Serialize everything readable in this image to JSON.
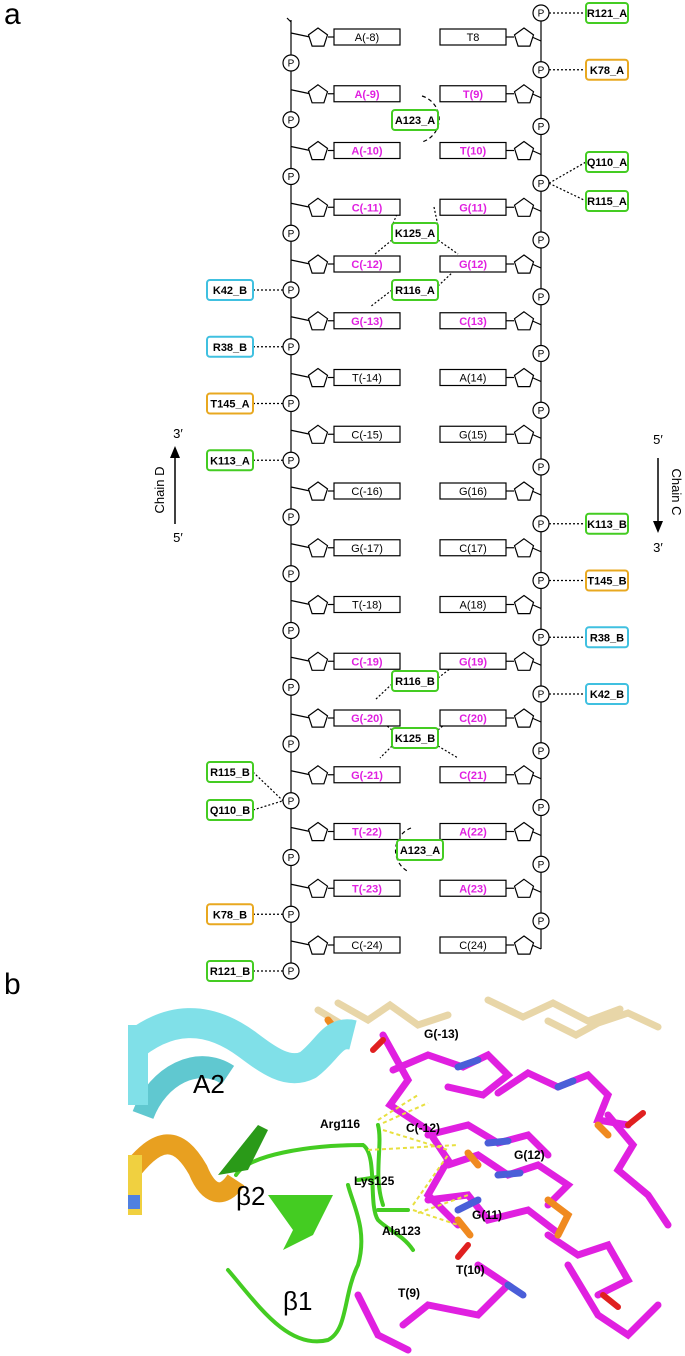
{
  "panel_labels": {
    "a": "a",
    "b": "b"
  },
  "chains": {
    "left": {
      "name": "Chain D",
      "top_end": "3′",
      "bottom_end": "5′"
    },
    "right": {
      "name": "Chain C",
      "top_end": "5′",
      "bottom_end": "3′"
    }
  },
  "phosphate_label": "P",
  "colors": {
    "highlight_base": "#e020e0",
    "green_box": "#44cc22",
    "orange_box": "#e8a820",
    "cyan_box": "#40c0e0",
    "line": "#000000"
  },
  "base_pairs": [
    {
      "left": "A(-8)",
      "right": "T8",
      "highlight_left": false,
      "highlight_right": false
    },
    {
      "left": "A(-9)",
      "right": "T(9)",
      "highlight_left": true,
      "highlight_right": true
    },
    {
      "left": "A(-10)",
      "right": "T(10)",
      "highlight_left": true,
      "highlight_right": true
    },
    {
      "left": "C(-11)",
      "right": "G(11)",
      "highlight_left": true,
      "highlight_right": true
    },
    {
      "left": "C(-12)",
      "right": "G(12)",
      "highlight_left": true,
      "highlight_right": true
    },
    {
      "left": "G(-13)",
      "right": "C(13)",
      "highlight_left": true,
      "highlight_right": true
    },
    {
      "left": "T(-14)",
      "right": "A(14)",
      "highlight_left": false,
      "highlight_right": false
    },
    {
      "left": "C(-15)",
      "right": "G(15)",
      "highlight_left": false,
      "highlight_right": false
    },
    {
      "left": "C(-16)",
      "right": "G(16)",
      "highlight_left": false,
      "highlight_right": false
    },
    {
      "left": "G(-17)",
      "right": "C(17)",
      "highlight_left": false,
      "highlight_right": false
    },
    {
      "left": "T(-18)",
      "right": "A(18)",
      "highlight_left": false,
      "highlight_right": false
    },
    {
      "left": "C(-19)",
      "right": "G(19)",
      "highlight_left": true,
      "highlight_right": true
    },
    {
      "left": "G(-20)",
      "right": "C(20)",
      "highlight_left": true,
      "highlight_right": true
    },
    {
      "left": "G(-21)",
      "right": "C(21)",
      "highlight_left": true,
      "highlight_right": true
    },
    {
      "left": "T(-22)",
      "right": "A(22)",
      "highlight_left": true,
      "highlight_right": true
    },
    {
      "left": "T(-23)",
      "right": "A(23)",
      "highlight_left": true,
      "highlight_right": true
    },
    {
      "left": "C(-24)",
      "right": "C(24)",
      "highlight_left": false,
      "highlight_right": false
    }
  ],
  "left_residues": [
    {
      "label": "K42_B",
      "color": "cyan"
    },
    {
      "label": "R38_B",
      "color": "cyan"
    },
    {
      "label": "T145_A",
      "color": "orange"
    },
    {
      "label": "K113_A",
      "color": "green"
    },
    {
      "label": "R115_B",
      "color": "green"
    },
    {
      "label": "Q110_B",
      "color": "green"
    },
    {
      "label": "K78_B",
      "color": "orange"
    },
    {
      "label": "R121_B",
      "color": "green"
    }
  ],
  "right_residues": [
    {
      "label": "R121_A",
      "color": "green"
    },
    {
      "label": "K78_A",
      "color": "orange"
    },
    {
      "label": "Q110_A",
      "color": "green"
    },
    {
      "label": "R115_A",
      "color": "green"
    },
    {
      "label": "K113_B",
      "color": "green"
    },
    {
      "label": "T145_B",
      "color": "orange"
    },
    {
      "label": "R38_B",
      "color": "cyan"
    },
    {
      "label": "K42_B",
      "color": "cyan"
    }
  ],
  "center_residues": [
    {
      "label": "A123_A",
      "color": "green"
    },
    {
      "label": "K125_A",
      "color": "green"
    },
    {
      "label": "R116_A",
      "color": "green"
    },
    {
      "label": "R116_B",
      "color": "green"
    },
    {
      "label": "K125_B",
      "color": "green"
    },
    {
      "label": "A123_A",
      "color": "green"
    }
  ],
  "structure_labels": {
    "helix": "A2",
    "strand1": "β1",
    "strand2": "β2",
    "arg": "Arg116",
    "lys": "Lys125",
    "ala": "Ala123",
    "g_m13": "G(-13)",
    "c_m12": "C(-12)",
    "g12": "G(12)",
    "g11": "G(11)",
    "t10": "T(10)",
    "t9": "T(9)"
  }
}
